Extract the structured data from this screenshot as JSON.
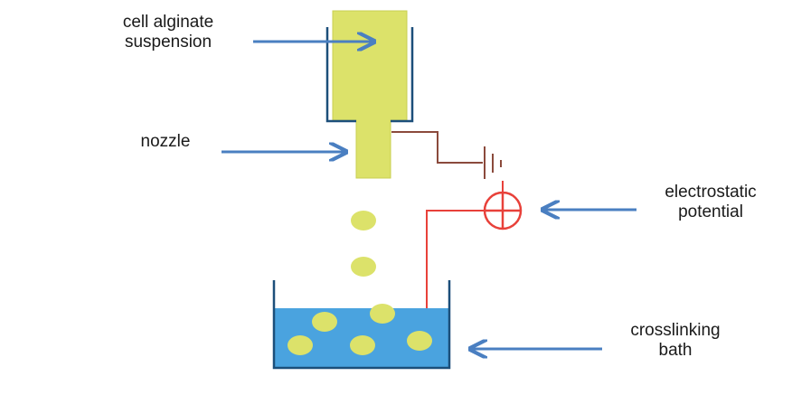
{
  "labels": {
    "cell_alginate": [
      "cell alginate",
      "suspension"
    ],
    "nozzle": "nozzle",
    "electrostatic": [
      "electrostatic",
      "potential"
    ],
    "bath": [
      "crosslinking",
      "bath"
    ]
  },
  "colors": {
    "alginate": "#dce26a",
    "alginate_outline": "#c9cf52",
    "syringe_wall": "#1c4f7a",
    "arrow": "#4a7fc1",
    "ground_wire": "#8b4a3c",
    "positive_wire": "#e8413a",
    "bath_fill": "#4aa3df",
    "bath_wall": "#1c4f7a",
    "bead": "#dce26a"
  },
  "icons": {
    "ground": "ground-symbol-icon",
    "voltage_source": "voltage-source-plus-icon"
  }
}
